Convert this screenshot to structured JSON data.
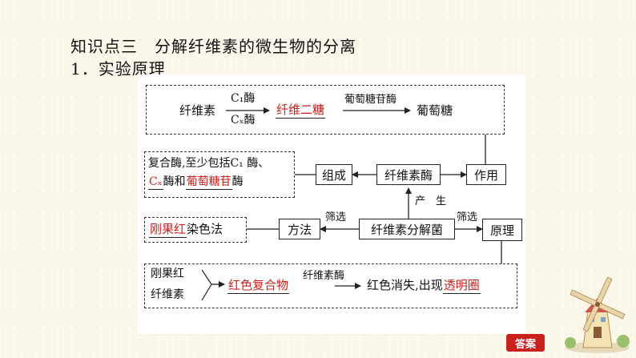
{
  "heading": {
    "section": "知识点三　分解纤维素的微生物的分离",
    "sub": "1．实验原理"
  },
  "diagram": {
    "row1": {
      "cellulose": "纤维素",
      "enzyme_c1": "C₁酶",
      "enzyme_cx": "Cₓ酶",
      "cellobiose": "纤维二糖",
      "glucosidase": "葡萄糖苷酶",
      "glucose": "葡萄糖"
    },
    "composition": {
      "line1": "复合酶,至少包括C₁ 酶、",
      "cx": "Cₓ",
      "and": "酶和",
      "glucosidase": "葡萄糖苷",
      "enzyme": "酶"
    },
    "nodes": {
      "zucheng": "组成",
      "cellulase": "纤维素酶",
      "zuoyong": "作用",
      "produce": "产　生",
      "fangfa": "方法",
      "bacteria": "纤维素分解菌",
      "yuanli": "原理",
      "screen_left": "筛选",
      "screen_right": "筛选"
    },
    "method": {
      "congo_red": "刚果红",
      "staining": "染色法"
    },
    "principle": {
      "left_line1": "刚果红",
      "left_line2": "纤维素",
      "complex": "红色复合物",
      "arrow_label": "纤维素酶",
      "disappear": "红色消失,出现",
      "halo": "透明圈"
    }
  },
  "answer_button": "答案"
}
